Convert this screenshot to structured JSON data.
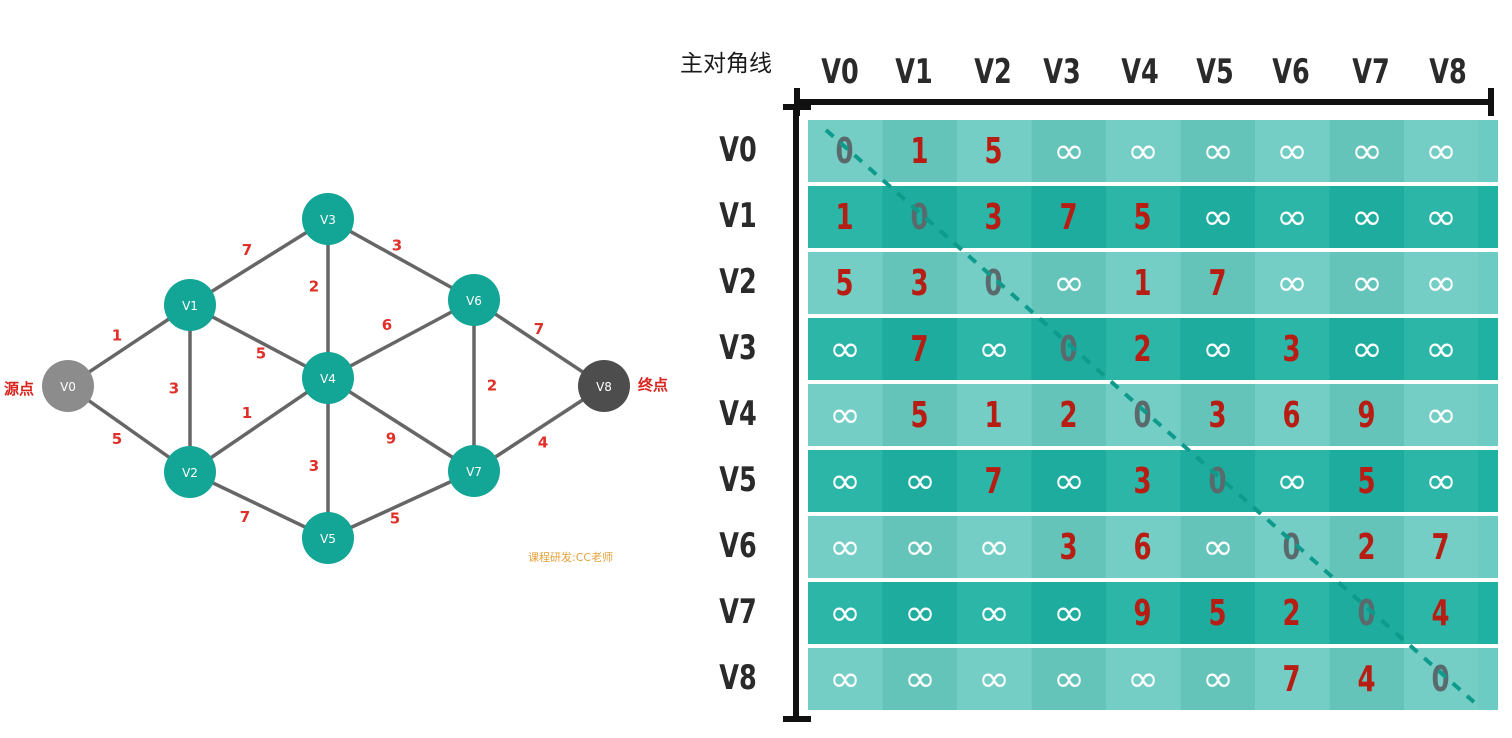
{
  "graph": {
    "nodes": [
      {
        "id": "V0",
        "label": "V0",
        "color": "#8c8c8c"
      },
      {
        "id": "V1",
        "label": "V1",
        "color": "#13a596"
      },
      {
        "id": "V2",
        "label": "V2",
        "color": "#13a596"
      },
      {
        "id": "V3",
        "label": "V3",
        "color": "#13a596"
      },
      {
        "id": "V4",
        "label": "V4",
        "color": "#13a596"
      },
      {
        "id": "V5",
        "label": "V5",
        "color": "#13a596"
      },
      {
        "id": "V6",
        "label": "V6",
        "color": "#13a596"
      },
      {
        "id": "V7",
        "label": "V7",
        "color": "#13a596"
      },
      {
        "id": "V8",
        "label": "V8",
        "color": "#4d4d4d"
      }
    ],
    "edges": [
      {
        "from": "V0",
        "to": "V1",
        "weight": "1"
      },
      {
        "from": "V0",
        "to": "V2",
        "weight": "5"
      },
      {
        "from": "V1",
        "to": "V2",
        "weight": "3"
      },
      {
        "from": "V1",
        "to": "V3",
        "weight": "7"
      },
      {
        "from": "V1",
        "to": "V4",
        "weight": "5"
      },
      {
        "from": "V2",
        "to": "V4",
        "weight": "1"
      },
      {
        "from": "V2",
        "to": "V5",
        "weight": "7"
      },
      {
        "from": "V3",
        "to": "V4",
        "weight": "2"
      },
      {
        "from": "V3",
        "to": "V6",
        "weight": "3"
      },
      {
        "from": "V4",
        "to": "V5",
        "weight": "3"
      },
      {
        "from": "V4",
        "to": "V6",
        "weight": "6"
      },
      {
        "from": "V4",
        "to": "V7",
        "weight": "9"
      },
      {
        "from": "V5",
        "to": "V7",
        "weight": "5"
      },
      {
        "from": "V6",
        "to": "V7",
        "weight": "2"
      },
      {
        "from": "V6",
        "to": "V8",
        "weight": "7"
      },
      {
        "from": "V7",
        "to": "V8",
        "weight": "4"
      }
    ],
    "source_label": "源点",
    "target_label": "终点",
    "credit": "课程研发:CC老师",
    "edge_color": "#666666",
    "weight_color": "#e0302a"
  },
  "matrix": {
    "title": "主对角线",
    "headers": [
      "V0",
      "V1",
      "V2",
      "V3",
      "V4",
      "V5",
      "V6",
      "V7",
      "V8"
    ],
    "rows": [
      [
        "0",
        "1",
        "5",
        "∞",
        "∞",
        "∞",
        "∞",
        "∞",
        "∞"
      ],
      [
        "1",
        "0",
        "3",
        "7",
        "5",
        "∞",
        "∞",
        "∞",
        "∞"
      ],
      [
        "5",
        "3",
        "0",
        "∞",
        "1",
        "7",
        "∞",
        "∞",
        "∞"
      ],
      [
        "∞",
        "7",
        "∞",
        "0",
        "2",
        "∞",
        "3",
        "∞",
        "∞"
      ],
      [
        "∞",
        "5",
        "1",
        "2",
        "0",
        "3",
        "6",
        "9",
        "∞"
      ],
      [
        "∞",
        "∞",
        "7",
        "∞",
        "3",
        "0",
        "∞",
        "5",
        "∞"
      ],
      [
        "∞",
        "∞",
        "∞",
        "3",
        "6",
        "∞",
        "0",
        "2",
        "7"
      ],
      [
        "∞",
        "∞",
        "∞",
        "∞",
        "9",
        "5",
        "2",
        "0",
        "4"
      ],
      [
        "∞",
        "∞",
        "∞",
        "∞",
        "∞",
        "∞",
        "7",
        "4",
        "0"
      ]
    ],
    "light_color": "#6ccbc2",
    "dark_color": "#1fb2a3",
    "number_color": "#b81d13",
    "infinity_color": "#ffffff",
    "diagonal_color": "#0e9b8c"
  }
}
